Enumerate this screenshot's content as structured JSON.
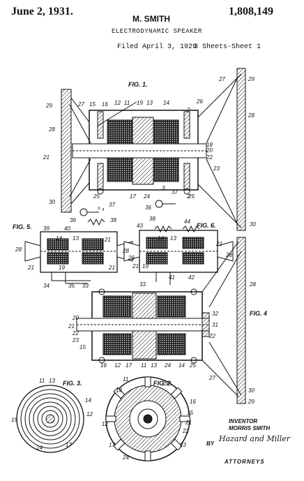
{
  "header": {
    "date": "June 2, 1931.",
    "inventor": "M. SMITH",
    "patent_number": "1,808,149",
    "title": "ELECTRODYNAMIC SPEAKER",
    "filed": "Filed April 3, 1929",
    "sheets": "3 Sheets-Sheet 1"
  },
  "figures": {
    "fig1": "FIG. 1.",
    "fig2": "FIG. 2.",
    "fig3": "FIG. 3.",
    "fig4": "FIG. 4",
    "fig5": "FIG. 5.",
    "fig6": "FIG. 6."
  },
  "reference_numerals": {
    "n2": "2",
    "n3": "3",
    "n11": "11",
    "n12": "12",
    "n13": "13",
    "n14": "14",
    "n15": "15",
    "n16": "16",
    "n17": "17",
    "n18": "18",
    "n19": "19",
    "n20": "20",
    "n21": "21",
    "n22": "22",
    "n23": "23",
    "n24": "24",
    "n25": "25",
    "n26": "26",
    "n27": "27",
    "n28": "28",
    "n29": "29",
    "n30": "30",
    "n31": "31",
    "n32": "32",
    "n33": "33",
    "n34": "34",
    "n35": "35",
    "n36": "36",
    "n37": "37",
    "n38": "38",
    "n39": "39",
    "n40": "40",
    "n41": "41",
    "n42": "42",
    "n43": "43",
    "n44": "44"
  },
  "footer": {
    "inventor_label": "INVENTOR",
    "inventor_name": "MORRIS SMITH",
    "by": "BY",
    "signature": "Hazard and Miller",
    "attorneys": "ATTORNEYS"
  }
}
